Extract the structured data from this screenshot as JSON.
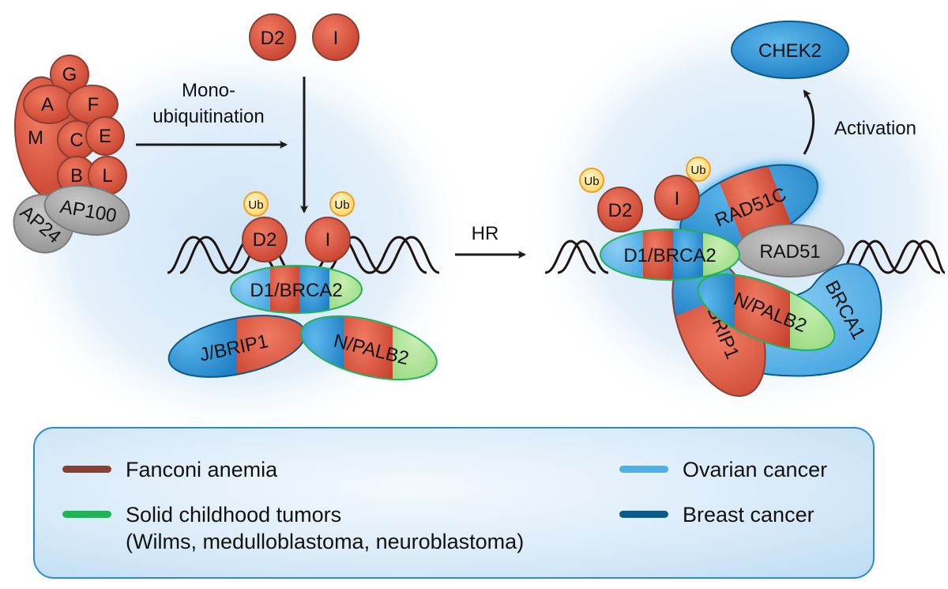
{
  "colors": {
    "fanconi": "#8a3f33",
    "solid_tumors": "#22b35a",
    "ovarian": "#4db0e8",
    "breast": "#0b5a8a",
    "protein_red": "#d9503d",
    "protein_grey": "#a7a7a7",
    "ub": "#f5b73b"
  },
  "core_complex": {
    "proteins": [
      "G",
      "A",
      "F",
      "M",
      "C",
      "E",
      "B",
      "L",
      "AP100",
      "AP24"
    ]
  },
  "free_proteins": [
    "D2",
    "I"
  ],
  "arrows": {
    "monoubiquitination_line1": "Mono-",
    "monoubiquitination_line2": "ubiquitination",
    "hr": "HR",
    "activation": "Activation"
  },
  "left_complex": {
    "ub": "Ub",
    "d2": "D2",
    "i": "I",
    "d1_brca2": "D1/BRCA2",
    "j_brip1": "J/BRIP1",
    "n_palb2": "N/PALB2"
  },
  "right_complex": {
    "ub": "Ub",
    "d2": "D2",
    "i": "I",
    "rad51c": "RAD51C",
    "rad51": "RAD51",
    "d1_brca2": "D1/BRCA2",
    "n_palb2": "N/PALB2",
    "brca1": "BRCA1",
    "j_brip1": "J/BRIP1",
    "chek2": "CHEK2"
  },
  "legend": {
    "items": [
      {
        "label": "Fanconi anemia",
        "color": "#8a3f33"
      },
      {
        "label": "Solid childhood tumors",
        "label2": "(Wilms, medulloblastoma, neuroblastoma)",
        "color": "#22b35a"
      },
      {
        "label": "Ovarian cancer",
        "color": "#4db0e8"
      },
      {
        "label": "Breast cancer",
        "color": "#0b5a8a"
      }
    ]
  }
}
